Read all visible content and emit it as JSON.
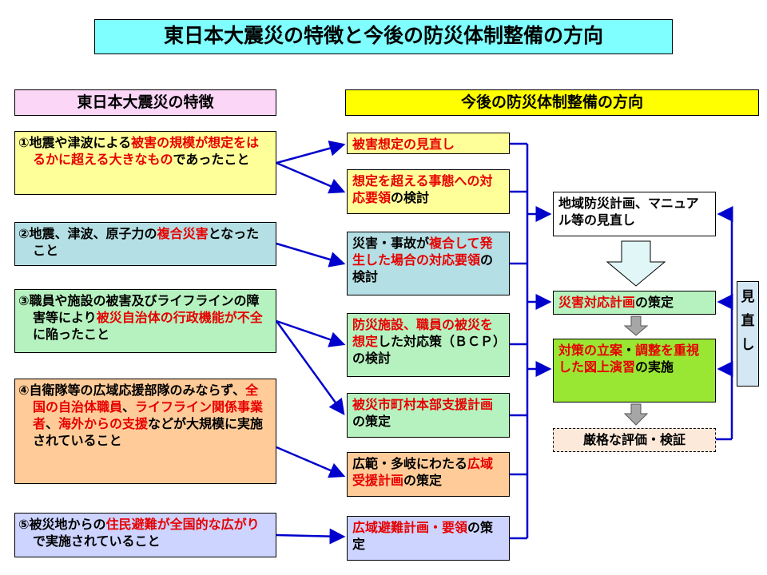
{
  "title": "東日本大震災の特徴と今後の防災体制整備の方向",
  "headers": {
    "left": "東日本大震災の特徴",
    "right": "今後の防災体制整備の方向"
  },
  "features": {
    "f1": {
      "a": "①地震や津波による",
      "b": "被害の規模が想定をはるかに超える大きなも",
      "c": "の",
      "d": "であったこと"
    },
    "f2": {
      "a": "②地震、津波、原子力の",
      "b": "複合災害",
      "c": "となったこと"
    },
    "f3": {
      "a": "③職員や施設の被害及びライフラインの障害等により",
      "b": "被災自治体の行政機能が不全",
      "c": "に陥ったこと"
    },
    "f4": {
      "a": "④自衛隊等の広域応援部隊のみならず、",
      "b": "全国の自治体職員",
      "c": "、",
      "d": "ライフライン関係事業者",
      "e": "、",
      "f": "海外からの支援",
      "g": "などが大規模に実施されていること"
    },
    "f5": {
      "a": "⑤被災地からの",
      "b": "住民避難が全国的な広がり",
      "c": "で実施されていること"
    }
  },
  "directions": {
    "d1": {
      "a": "被害想定の見直し"
    },
    "d2": {
      "a": "想定を超える事態への対応要領",
      "b": "の検討"
    },
    "d3": {
      "a": "災害・事故が",
      "b": "複合して発生した場合の対応要領",
      "c": "の検討"
    },
    "d4": {
      "a": "防災施設、職員の被災を想定",
      "b": "した対応策（ＢＣＰ）の検討"
    },
    "d5": {
      "a": "被災市町村本部支援計画",
      "b": "の策定"
    },
    "d6": {
      "a": "広範・多岐にわたる",
      "b": "広域受援計画",
      "c": "の策定"
    },
    "d7": {
      "a": "広域避難計画・要領",
      "b": "の策定"
    }
  },
  "right_flow": {
    "r1": "地域防災計画、マニュアル等の見直し",
    "r2": {
      "a": "災害対応計画",
      "b": "の策定"
    },
    "r3": {
      "a": "対策の立案",
      "b": "・",
      "c": "調整",
      "d": "を重視した図上演習",
      "e": "の",
      "f": "実施"
    },
    "r4": "厳格な評価・検証",
    "review": [
      "見",
      "直",
      "し"
    ]
  },
  "colors": {
    "arrow": "#0000cc",
    "title_bg": "#7fffff",
    "highlight_text": "#e60000"
  }
}
